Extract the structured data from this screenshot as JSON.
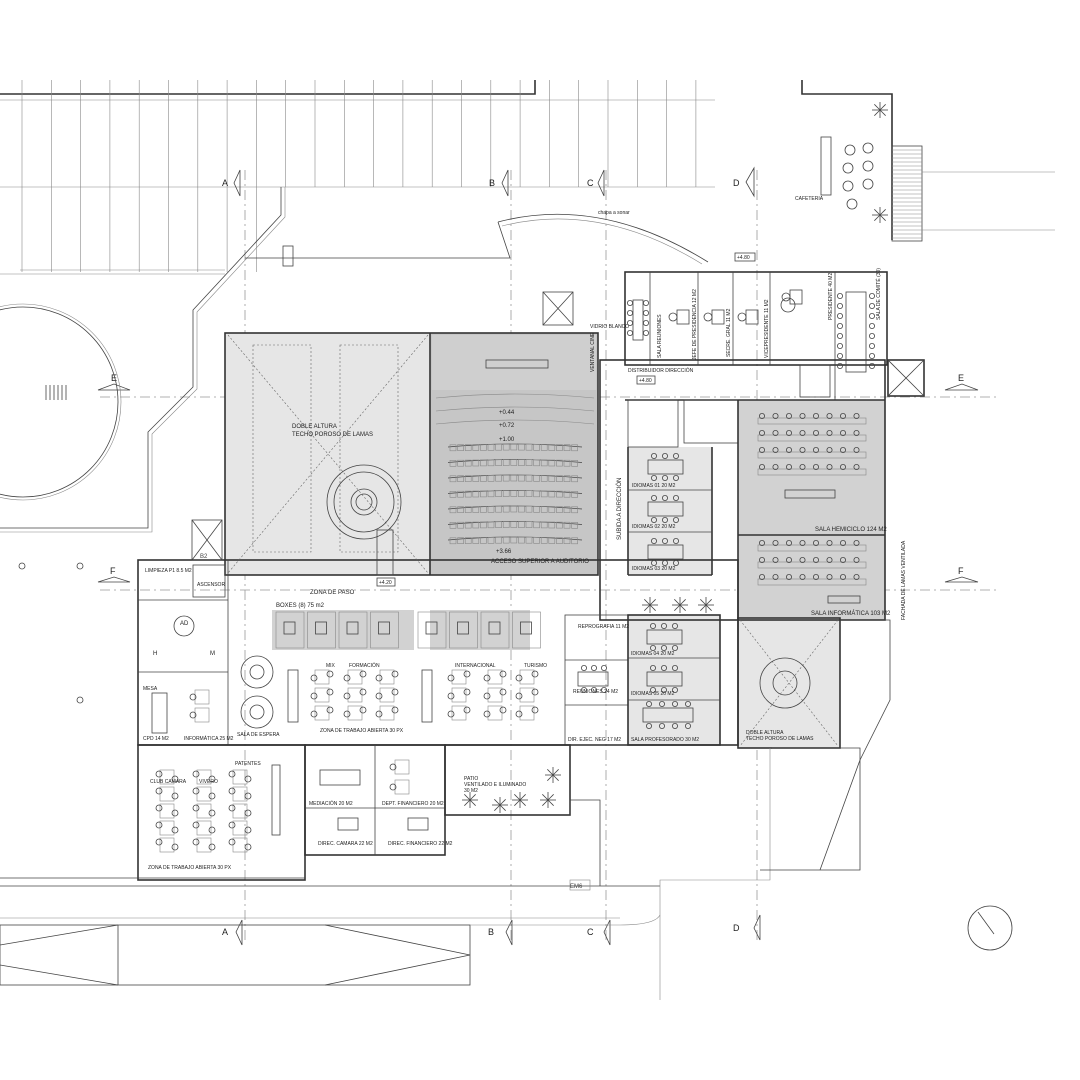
{
  "sections": {
    "a": "A",
    "b": "B",
    "c": "C",
    "d": "D",
    "e": "E",
    "f": "F"
  },
  "levels": {
    "l420": "+4.20",
    "l480a": "+4.80",
    "l480b": "+4.80"
  },
  "tags": {
    "em6": "EM6",
    "b2": "B2"
  },
  "auditorium": {
    "steps": [
      "+0.44",
      "+0.72",
      "+1.00"
    ],
    "top_step": "+3.66",
    "access": "ACCESO SUPERIOR A AUDITORIO",
    "window": "VENTANAL CINE"
  },
  "double_height_left": {
    "line1": "DOBLE ALTURA",
    "line2": "TECHO POROSO DE LAMAS"
  },
  "double_height_right": {
    "line1": "DOBLE ALTURA",
    "line2": "TECHO POROSO DE LAMAS"
  },
  "top": {
    "vidrio": "VIDRIO BLANCO",
    "chapa": "chapa a sonar",
    "cafeteria": "CAFETERIA"
  },
  "direction": {
    "sala_reuniones": "SALA REUNIONES",
    "jefe": "JEFE DE PRESIDENCIA 12 M2",
    "secre": "SECRE. GRAL 11 M2",
    "vice": "VICEPRESIDENTE 11 M2",
    "presidente": "PRESIDENTE 40 M2",
    "comite": "SALA DE COMITÉ (30)",
    "distribuidor": "DISTRIBUIDOR DIRECCIÓN",
    "subida": "SUBIDA A DIRECCIÓN"
  },
  "classrooms": {
    "hemiciclo": "SALA HEMICICLO 124 M2",
    "informatica": "SALA INFORMÁTICA 103 M2",
    "idiomas": [
      "IDIOMAS 01 20 M2",
      "IDIOMAS 02 20 M2",
      "IDIOMAS 03 20 M2",
      "IDIOMAS 04 20 M2",
      "IDIOMAS 05 20 M2"
    ],
    "profesorado": "SALA PROFESORADO 30 M2",
    "reprografia": "REPROGRAFIA 11 M2",
    "reuniones": "REUNIONES 24 M2",
    "dir_ejec": "DIR. EJEC. NEG 17 M2",
    "fachada": "FACHADA DE LAMAS VENTILADA"
  },
  "work": {
    "zona_paso": "ZONA DE PASO",
    "boxes": "BOXES (8) 75 m2",
    "groups": [
      "MIX",
      "FORMACIÓN",
      "INTERNACIONAL",
      "TURISMO"
    ],
    "zona_trabajo": "ZONA DE TRABAJO ABIERTA 30 PX",
    "sala_espera": "SALA DE ESPERA",
    "groups_lower": [
      "CLUB CAMARA",
      "VIVERO",
      "PATENTES"
    ],
    "zona_trabajo_lower": "ZONA DE TRABAJO ABIERTA 30 PX"
  },
  "services": {
    "limpieza": "LIMPIEZA P1 8.5 M2",
    "ascensor": "ASCENSOR",
    "ad": "AD",
    "h": "H",
    "m": "M",
    "mesa": "MESA",
    "cpd": "CPD 14 M2",
    "informatica": "INFORMÁTICA 25 M2"
  },
  "offices_lower": {
    "mediacion": "MEDIACIÓN 20 M2",
    "financiero": "DEPT. FINANCIERO 20 M2",
    "dir_camara": "DIREC. CAMARA 22 M2",
    "dir_financiero": "DIREC. FINANCIERO 22 M2",
    "patio1": "PATIO",
    "patio2": "VENTILADO E ILUMINADO",
    "patio3": "30 M2"
  }
}
